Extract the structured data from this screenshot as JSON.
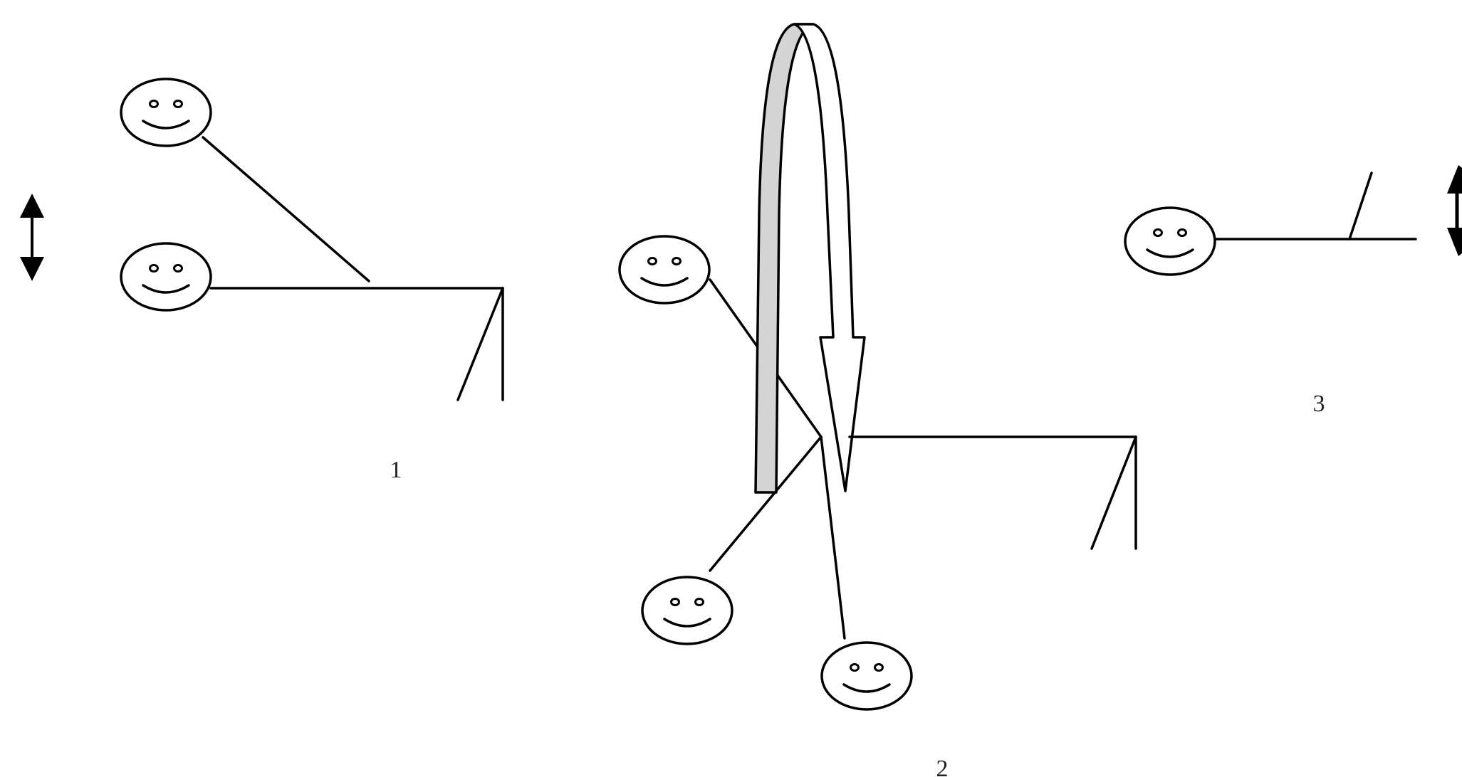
{
  "panels": [
    {
      "label": "1"
    },
    {
      "label": "2"
    },
    {
      "label": "3"
    }
  ],
  "icons": {
    "face": "smiley-face-icon",
    "vertical_arrow": "double-headed-vertical-arrow-icon",
    "rotation_arrow": "curved-rotation-arrow-icon"
  },
  "colors": {
    "stroke": "#000000",
    "rotation_arrow_shade": "#d4d4d4",
    "background": "#ffffff"
  }
}
